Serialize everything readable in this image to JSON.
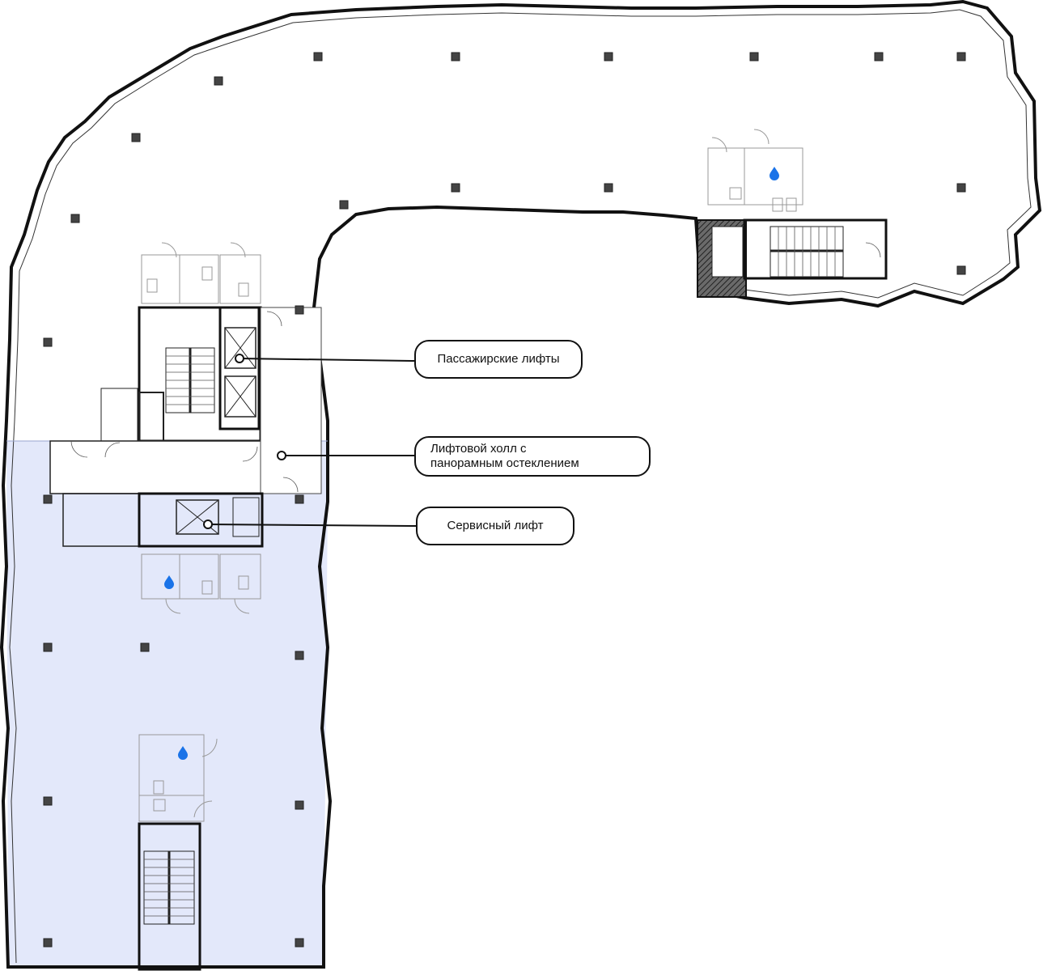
{
  "callouts": {
    "passenger_lifts": "Пассажирские лифты",
    "lift_hall_line1": "Лифтовой холл с",
    "lift_hall_line2": "панорамным остеклением",
    "service_lift": "Сервисный лифт"
  },
  "colors": {
    "highlight_zone": "#e3e8fa",
    "wall": "#111111",
    "core_hatch": "#555555",
    "water_marker": "#1a73e8",
    "column": "#444444"
  },
  "icons": {
    "water_marker": "water-drop-icon",
    "column": "structural-column",
    "stairs": "staircase",
    "lift": "lift-shaft"
  }
}
